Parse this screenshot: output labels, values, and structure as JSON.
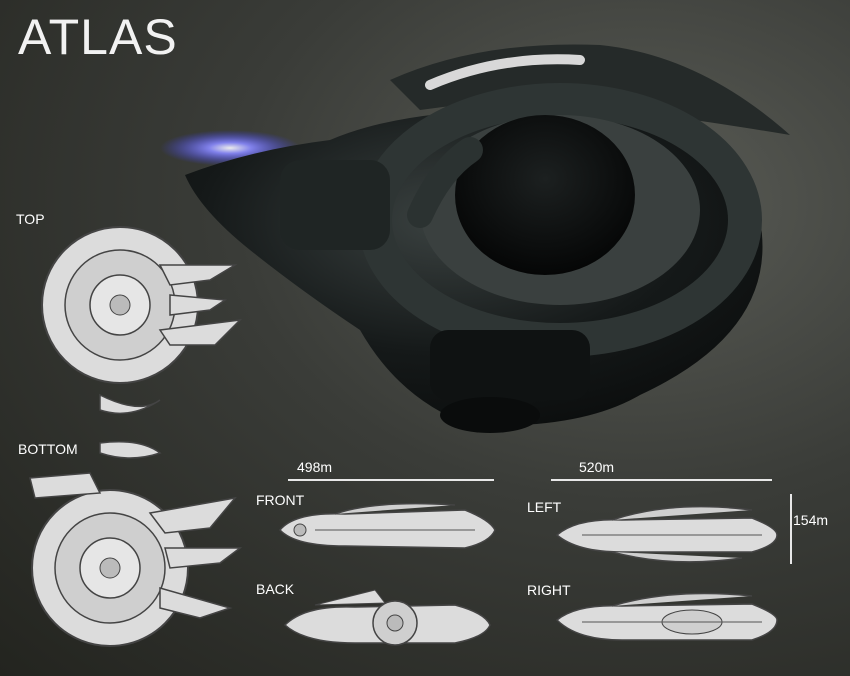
{
  "title": "ATLAS",
  "views": {
    "top": "TOP",
    "bottom": "BOTTOM",
    "front": "FRONT",
    "back": "BACK",
    "left": "LEFT",
    "right": "RIGHT"
  },
  "dimensions": {
    "length_front": "498m",
    "length_side": "520m",
    "height": "154m"
  },
  "colors": {
    "background": "#3a3c38",
    "hull": "#1b1f1e",
    "engine_glow": "#6b6bff",
    "blueprint_fill": "#dcdcdc"
  }
}
